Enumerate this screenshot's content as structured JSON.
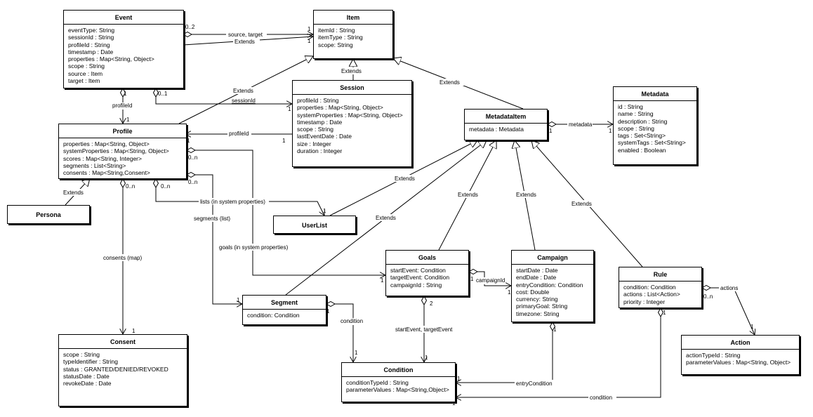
{
  "classes": {
    "event": {
      "name": "Event",
      "attributes": [
        "eventType: String",
        "sessionId : String",
        "profileId : String",
        "timestamp : Date",
        "properties : Map<String, Object>",
        "scope : String",
        "source : Item",
        "target : Item"
      ]
    },
    "item": {
      "name": "Item",
      "attributes": [
        "itemId : String",
        "itemType : String",
        "scope: String"
      ]
    },
    "session": {
      "name": "Session",
      "attributes": [
        "profileId : String",
        "properties : Map<String, Object>",
        "systemProperties : Map<String, Object>",
        "timestamp : Date",
        "scope : String",
        "lastEventDate : Date",
        "size : Integer",
        "duration : Integer"
      ]
    },
    "metadata": {
      "name": "Metadata",
      "attributes": [
        "id : String",
        "name : String",
        "description : String",
        "scope : String",
        "tags : Set<String>",
        "systemTags : Set<String>",
        "enabled : Boolean"
      ]
    },
    "metadataItem": {
      "name": "MetadataItem",
      "attributes": [
        "metadata : Metadata"
      ]
    },
    "profile": {
      "name": "Profile",
      "attributes": [
        "properties : Map<String, Object>",
        "systemProperties : Map<String, Object>",
        "scores : Map<String, Integer>",
        "segments : List<String>",
        "consents : Map<String,Consent>"
      ]
    },
    "persona": {
      "name": "Persona",
      "attributes": []
    },
    "userList": {
      "name": "UserList",
      "attributes": []
    },
    "goals": {
      "name": "Goals",
      "attributes": [
        "startEvent: Condition",
        "targetEvent: Condition",
        "campaignId : String"
      ]
    },
    "campaign": {
      "name": "Campaign",
      "attributes": [
        "startDate : Date",
        "endDate : Date",
        "entryCondition: Condition",
        "cost: Double",
        "currency: String",
        "primaryGoal: String",
        "timezone: String"
      ]
    },
    "rule": {
      "name": "Rule",
      "attributes": [
        "condition: Condition",
        "actions : List<Action>",
        "priority : Integer"
      ]
    },
    "segment": {
      "name": "Segment",
      "attributes": [
        "condition: Condition"
      ]
    },
    "consent": {
      "name": "Consent",
      "attributes": [
        "scope : String",
        "typeIdentifier : String",
        "status : GRANTED/DENIED/REVOKED",
        "statusDate : Date",
        "revokeDate : Date"
      ]
    },
    "condition": {
      "name": "Condition",
      "attributes": [
        "conditionTypeId : String",
        "parameterValues : Map<String,Object>"
      ]
    },
    "action": {
      "name": "Action",
      "attributes": [
        "actionTypeId : String",
        "parameterValues : Map<String, Object>"
      ]
    }
  },
  "edge_labels": {
    "event_item_source_target": "source, target",
    "event_item_extends": "Extends",
    "item_session_extends": "Extends",
    "item_profile_extends": "Extends",
    "item_metadataitem_extends": "Extends",
    "event_profile": "profileId",
    "event_session": "sessionId",
    "session_profile": "profileId",
    "metadataitem_metadata": "metadata",
    "persona_extends": "Extends",
    "userlist_extends": "Extends",
    "segment_extends": "Extends",
    "goals_extends": "Extends",
    "campaign_extends": "Extends",
    "rule_extends": "Extends",
    "profile_userlist": "lists (in system properties)",
    "profile_segment": "segments (list)",
    "profile_goals": "goals (in system properties)",
    "profile_consent": "consents (map)",
    "goals_campaign": "campaignId",
    "segment_condition": "condition",
    "goals_condition": "startEvent, targetEvent",
    "campaign_condition": "entryCondition",
    "rule_condition": "condition",
    "rule_action": "actions"
  },
  "multiplicities": {
    "m_event_item_src": "0..2",
    "m_event_item_tgt": "1",
    "m_event_item_ext": "1",
    "m_event_profile_src": "1",
    "m_event_profile_tgt": "1",
    "m_event_session_src": "0..1",
    "m_event_session_tgt": "1",
    "m_session_profile_src": "1",
    "m_session_profile_tgt": "1",
    "m_mi_meta_src": "1",
    "m_mi_meta_tgt": "1",
    "m_profile_userlist_src": "0..n",
    "m_profile_userlist_tgt": "1",
    "m_profile_segment_src": "0..n",
    "m_profile_segment_tgt": "1",
    "m_profile_goals_src": "0..n",
    "m_profile_goals_tgt": "1",
    "m_profile_consent_src": "0..n",
    "m_profile_consent_tgt": "1",
    "m_goals_campaign_src": "1",
    "m_goals_campaign_tgt": "1",
    "m_segment_condition_src": "1",
    "m_segment_condition_tgt": "1",
    "m_goals_condition_src": "2",
    "m_goals_condition_tgt": "1",
    "m_campaign_condition_src": "1",
    "m_campaign_condition_tgt": "1",
    "m_rule_condition_src": "1",
    "m_rule_condition_tgt": "1",
    "m_rule_action_src": "0..n",
    "m_rule_action_tgt": "1"
  }
}
